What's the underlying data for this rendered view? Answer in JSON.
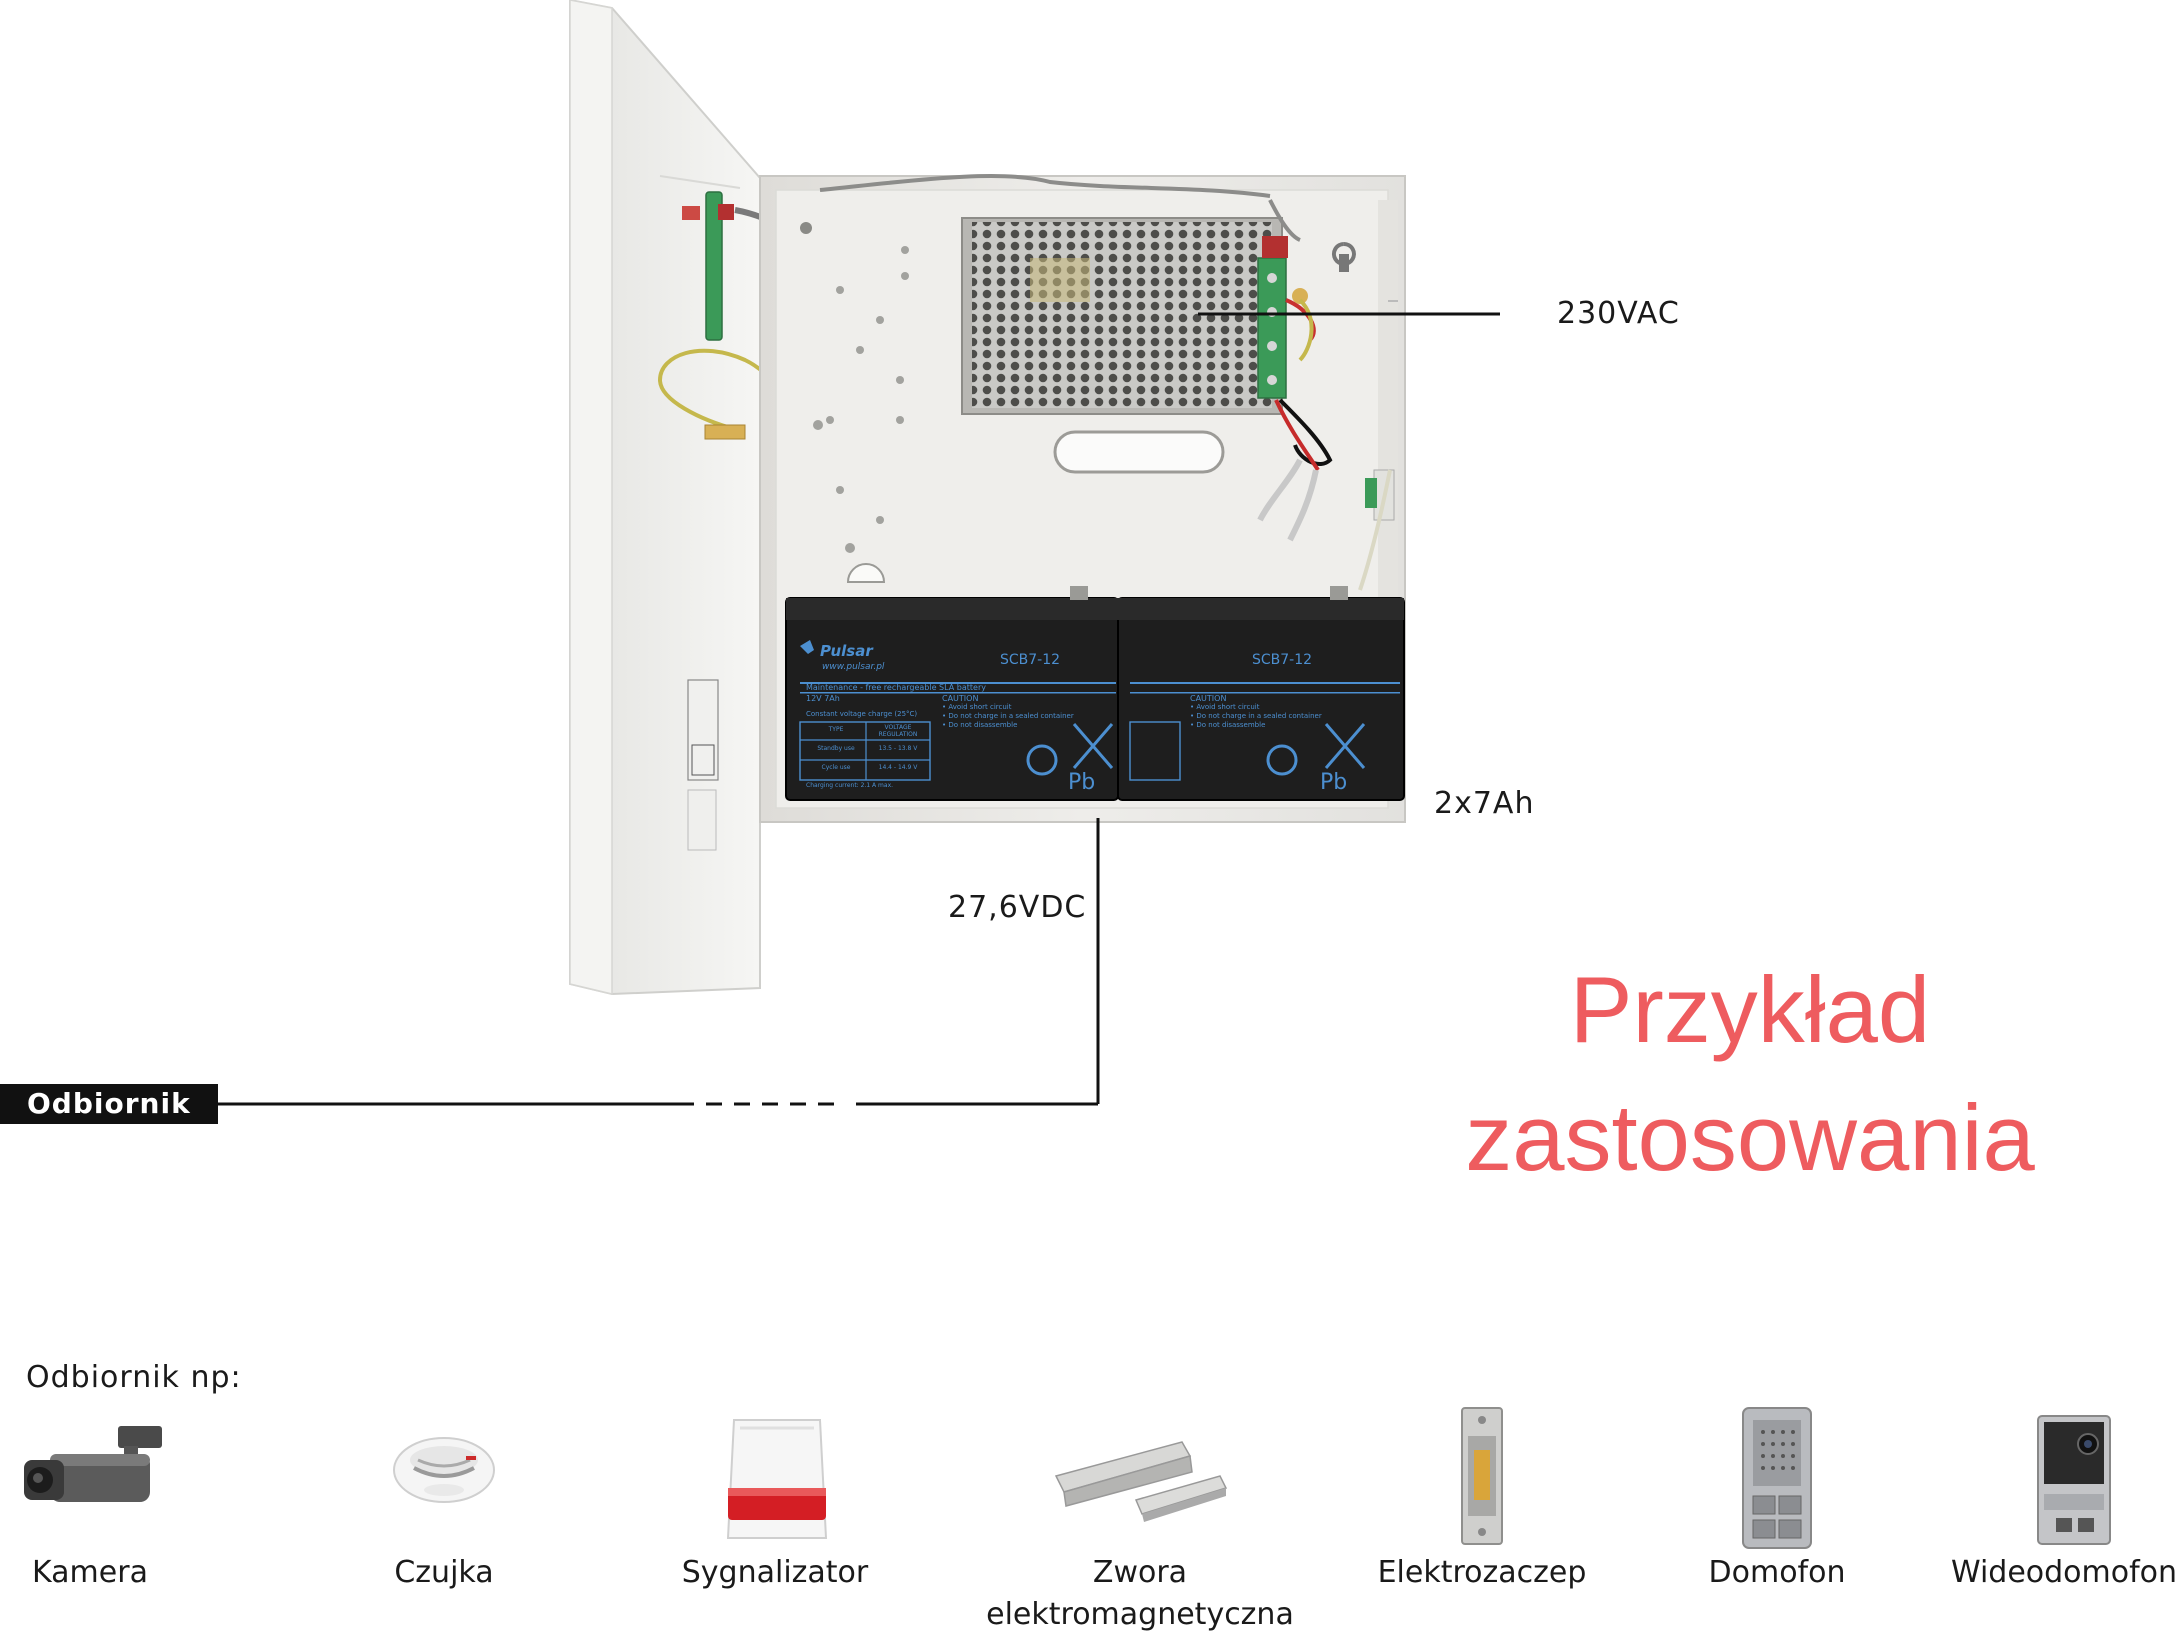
{
  "labels": {
    "ac_input": "230VAC",
    "battery": "2x7Ah",
    "dc_output": "27,6VDC",
    "receiver": "Odbiornik"
  },
  "battery_print": {
    "brand": "Pulsar",
    "website": "www.pulsar.pl",
    "model": "SCB7-12",
    "maintenance": "Maintenance - free rechargeable SLA battery",
    "rating": "12V  7Ah",
    "caution": "CAUTION",
    "caution_items": [
      "• Avoid short circuit",
      "• Do not charge in a sealed container",
      "• Do not disassemble"
    ],
    "charge_title": "Constant voltage charge (25°C)",
    "table_head": [
      "TYPE",
      "VOLTAGE REGULATION"
    ],
    "table_rows": [
      [
        "Standby use",
        "13.5 - 13.8 V"
      ],
      [
        "Cycle use",
        "14.4 - 14.9 V"
      ]
    ],
    "charging_current": "Charging current: 2.1 A max.",
    "pb": "Pb"
  },
  "title_lines": [
    "Przykład",
    "zastosowania"
  ],
  "examples_heading": "Odbiornik np:",
  "devices": [
    {
      "label": "Kamera",
      "icon": "camera-icon"
    },
    {
      "label": "Czujka",
      "icon": "smoke-detector-icon"
    },
    {
      "label": "Sygnalizator",
      "icon": "siren-icon"
    },
    {
      "label_lines": [
        "Zwora",
        "elektromagnetyczna"
      ],
      "icon": "magnetic-lock-icon"
    },
    {
      "label": "Elektrozaczep",
      "icon": "electric-strike-icon"
    },
    {
      "label": "Domofon",
      "icon": "intercom-icon"
    },
    {
      "label": "Wideodomofon",
      "icon": "video-intercom-icon"
    }
  ],
  "colors": {
    "title": "#ee5c5f",
    "line": "#111111",
    "enclosure": "#ececea",
    "battery": "#1c1c1c",
    "battery_print": "#4c8fd0"
  }
}
